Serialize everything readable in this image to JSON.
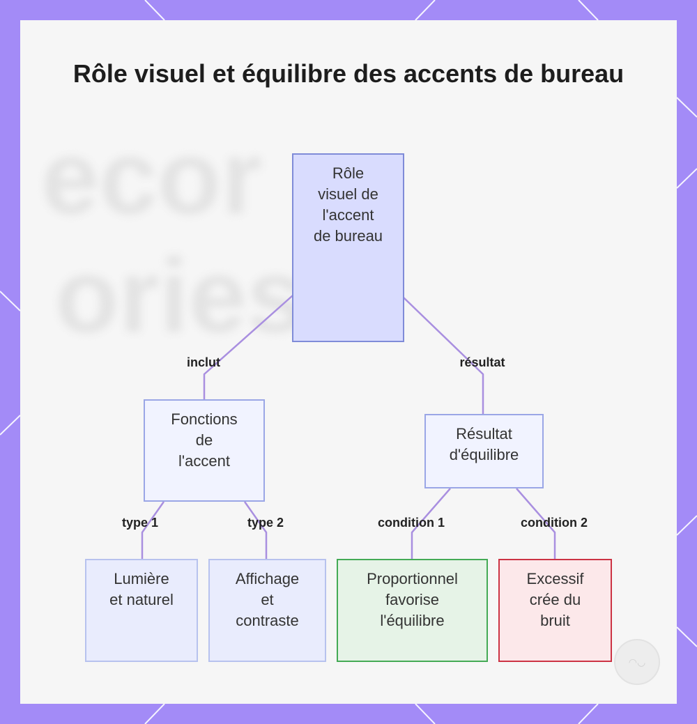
{
  "title": "Rôle visuel et équilibre des accents de bureau",
  "colors": {
    "frame": "#a38bf7",
    "edge": "#a98fe0",
    "node_border_blue": "#7f8bd8",
    "root_fill": "#d9dcfe",
    "node_fill": "#f1f3ff",
    "leaf_fill": "#e9ecfd",
    "leaf_border": "#b7c2ee",
    "green_fill": "#e6f3e7",
    "green_border": "#44aa55",
    "red_fill": "#fce8ea",
    "red_border": "#cc3344"
  },
  "nodes": {
    "root": "Rôle\nvisuel de\nl'accent\nde bureau",
    "functions": "Fonctions\nde\nl'accent",
    "result": "Résultat\nd'équilibre",
    "light": "Lumière\net naturel",
    "display": "Affichage\net\ncontraste",
    "proportional": "Proportionnel\nfavorise\nl'équilibre",
    "excessive": "Excessif\ncrée du\nbruit"
  },
  "edges": {
    "includes": "inclut",
    "result": "résultat",
    "type1": "type 1",
    "type2": "type 2",
    "condition1": "condition 1",
    "condition2": "condition 2"
  }
}
